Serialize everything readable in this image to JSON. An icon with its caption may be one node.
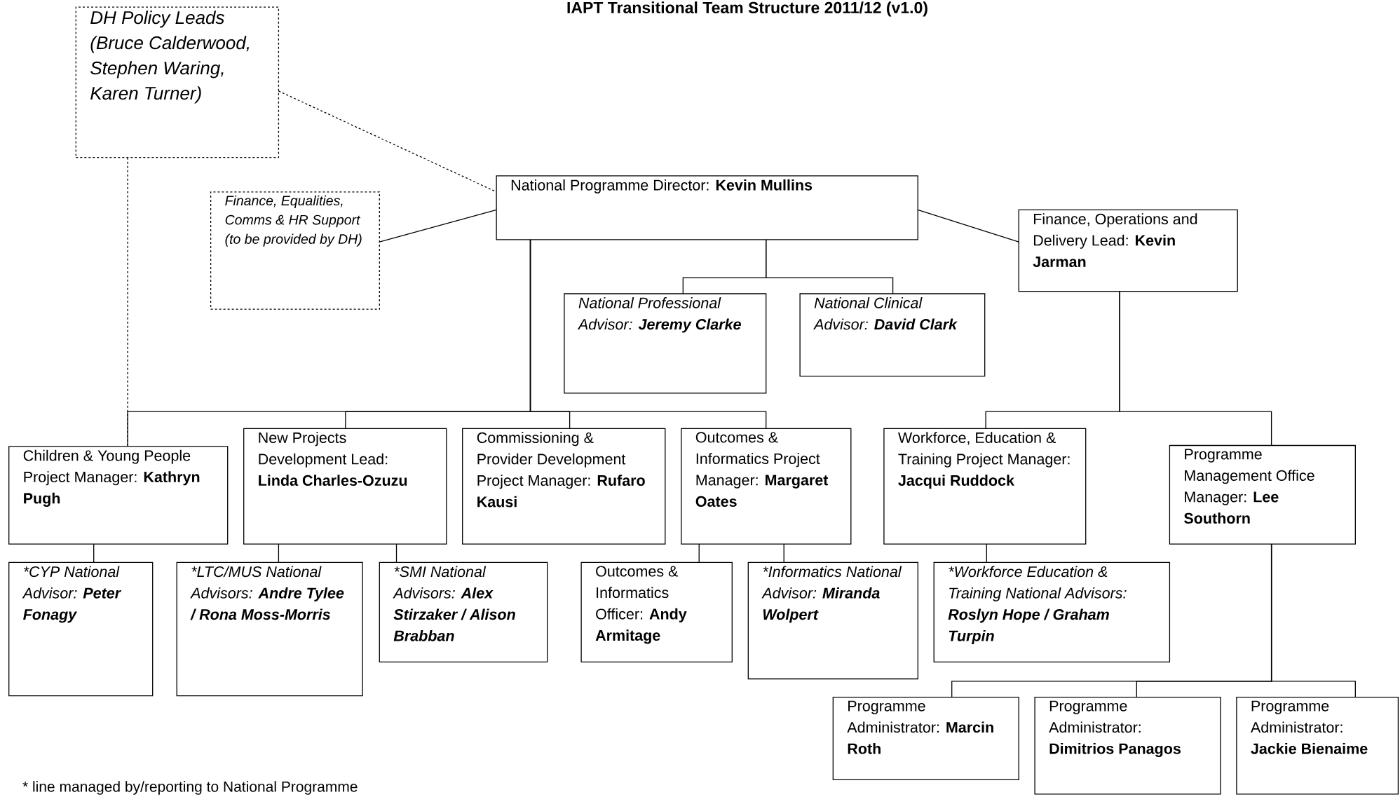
{
  "diagram": {
    "title": "IAPT Transitional Team Structure 2011/12 (v1.0)",
    "nodes": [
      {
        "text": [
          "DH Policy Leads (Bruce Calderwood, Stephen Waring, Karen Turner)"
        ]
      },
      {
        "text": [
          "Finance, Equalities, Comms & HR Support (to be provided by DH)"
        ]
      },
      {
        "text": [
          "National Programme Director:",
          "Kevin Mullins"
        ]
      },
      {
        "text": [
          "Finance, Operations and Delivery Lead:",
          "Kevin Jarman"
        ]
      },
      {
        "text": [
          "National Professional Advisor:",
          "Jeremy Clarke"
        ]
      },
      {
        "text": [
          "National Clinical Advisor:",
          "David Clark"
        ]
      },
      {
        "text": [
          "Children & Young People Project Manager:",
          "Kathryn Pugh"
        ]
      },
      {
        "text": [
          "New Projects Development Lead:",
          "Linda Charles-Ozuzu"
        ]
      },
      {
        "text": [
          "Commissioning & Provider Development Project Manager:",
          "Rufaro Kausi"
        ]
      },
      {
        "text": [
          "Outcomes & Informatics Project Manager:",
          "Margaret Oates"
        ]
      },
      {
        "text": [
          "Workforce, Education & Training Project Manager:",
          "Jacqui Ruddock"
        ]
      },
      {
        "text": [
          "Programme Management Office Manager:",
          "Lee Southorn"
        ]
      },
      {
        "text": [
          "*CYP National Advisor:",
          "Peter Fonagy"
        ]
      },
      {
        "text": [
          "*LTC/MUS National Advisors:",
          "Andre Tylee / Rona Moss-Morris"
        ]
      },
      {
        "text": [
          "*SMI National Advisors:",
          "Alex Stirzaker / Alison Brabban"
        ]
      },
      {
        "text": [
          "Outcomes & Informatics Officer:",
          "Andy Armitage"
        ]
      },
      {
        "text": [
          "*Informatics National Advisor:",
          "Miranda Wolpert"
        ]
      },
      {
        "text": [
          "*Workforce Education & Training National Advisors:",
          "Roslyn Hope / Graham Turpin"
        ]
      },
      {
        "text": [
          "Programme Administrator:",
          "Marcin Roth"
        ]
      },
      {
        "text": [
          "Programme Administrator:",
          "Dimitrios Panagos"
        ]
      },
      {
        "text": [
          "Programme Administrator:",
          "Jackie Bienaime"
        ]
      }
    ],
    "edges": [
      {
        "from": 0,
        "to": 2,
        "arrow": "none",
        "style": "dashed"
      },
      {
        "from": 2,
        "to": 1,
        "arrow": "none"
      },
      {
        "from": 2,
        "to": 3,
        "arrow": "none"
      },
      {
        "from": 2,
        "to": 4,
        "arrow": "none"
      },
      {
        "from": 2,
        "to": 5,
        "arrow": "none"
      },
      {
        "from": 2,
        "to": 6,
        "arrow": "none"
      },
      {
        "from": 2,
        "to": 7,
        "arrow": "none"
      },
      {
        "from": 2,
        "to": 8,
        "arrow": "none"
      },
      {
        "from": 2,
        "to": 9,
        "arrow": "none"
      },
      {
        "from": 0,
        "to": 6,
        "arrow": "none",
        "style": "dashed"
      },
      {
        "from": 3,
        "to": 10,
        "arrow": "none"
      },
      {
        "from": 3,
        "to": 11,
        "arrow": "none"
      },
      {
        "from": 6,
        "to": 12,
        "arrow": "none"
      },
      {
        "from": 7,
        "to": 13,
        "arrow": "none"
      },
      {
        "from": 7,
        "to": 14,
        "arrow": "none"
      },
      {
        "from": 9,
        "to": 15,
        "arrow": "none"
      },
      {
        "from": 9,
        "to": 16,
        "arrow": "none"
      },
      {
        "from": 10,
        "to": 17,
        "arrow": "none"
      },
      {
        "from": 11,
        "to": 18,
        "arrow": "none"
      },
      {
        "from": 11,
        "to": 19,
        "arrow": "none"
      },
      {
        "from": 11,
        "to": 20,
        "arrow": "none"
      }
    ],
    "labels": [
      "* line managed by/reporting to National Programme"
    ]
  }
}
